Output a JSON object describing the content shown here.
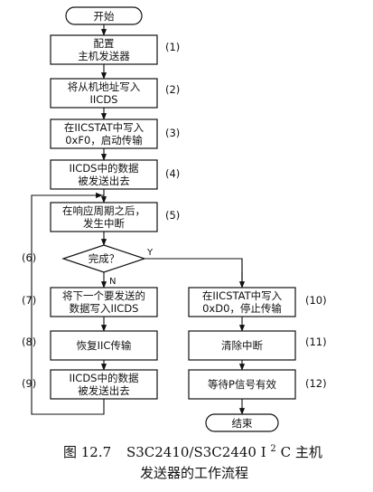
{
  "flowchart": {
    "start": "开始",
    "end": "结束",
    "steps": [
      {
        "num": "(1)",
        "lines": [
          "配置",
          "主机发送器"
        ]
      },
      {
        "num": "(2)",
        "lines": [
          "将从机地址写入",
          "IICDS"
        ]
      },
      {
        "num": "(3)",
        "lines": [
          "在IICSTAT中写入",
          "0xF0，启动传输"
        ]
      },
      {
        "num": "(4)",
        "lines": [
          "IICDS中的数据",
          "被发送出去"
        ]
      },
      {
        "num": "(5)",
        "lines": [
          "在响应周期之后，",
          "发生中断"
        ]
      },
      {
        "num": "(6)",
        "lines": [
          "完成？"
        ]
      },
      {
        "num": "(7)",
        "lines": [
          "将下一个要发送的",
          "数据写入IICDS"
        ]
      },
      {
        "num": "(8)",
        "lines": [
          "恢复IIC传输"
        ]
      },
      {
        "num": "(9)",
        "lines": [
          "IICDS中的数据",
          "被发送出去"
        ]
      },
      {
        "num": "(10)",
        "lines": [
          "在IICSTAT中写入",
          "0xD0，停止传输"
        ]
      },
      {
        "num": "(11)",
        "lines": [
          "清除中断"
        ]
      },
      {
        "num": "(12)",
        "lines": [
          "等待P信号有效"
        ]
      }
    ],
    "branch_yes": "Y",
    "branch_no": "N"
  },
  "caption": {
    "prefix": "图 12.7",
    "line1_a": "S3C2410/S3C2440 I",
    "line1_sup": "2",
    "line1_b": "C 主机",
    "line2": "发送器的工作流程"
  }
}
